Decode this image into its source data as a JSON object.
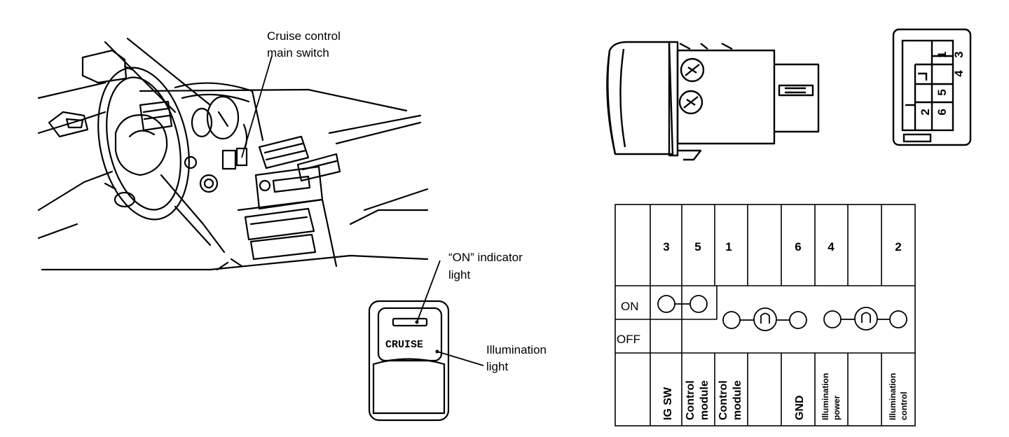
{
  "labels": {
    "main_switch_line1": "Cruise control",
    "main_switch_line2": "main switch",
    "on_indicator_line1": "“ON” indicator",
    "on_indicator_line2": "light",
    "illumination_line1": "Illumination",
    "illumination_line2": "light",
    "switch_face": "CRUISE"
  },
  "connector": {
    "pins": [
      "1",
      "3",
      "4",
      "5",
      "2",
      "6"
    ]
  },
  "table": {
    "terminals": [
      "3",
      "5",
      "1",
      "",
      "6",
      "4",
      "",
      "2"
    ],
    "rows": [
      "ON",
      "OFF"
    ],
    "functions": [
      {
        "line1": "IG SW",
        "line2": ""
      },
      {
        "line1": "Control",
        "line2": "module"
      },
      {
        "line1": "Control",
        "line2": "module"
      },
      {
        "line1": "",
        "line2": ""
      },
      {
        "line1": "GND",
        "line2": ""
      },
      {
        "line1": "Illumination",
        "line2": "power"
      },
      {
        "line1": "",
        "line2": ""
      },
      {
        "line1": "Illumination",
        "line2": "control"
      }
    ]
  }
}
